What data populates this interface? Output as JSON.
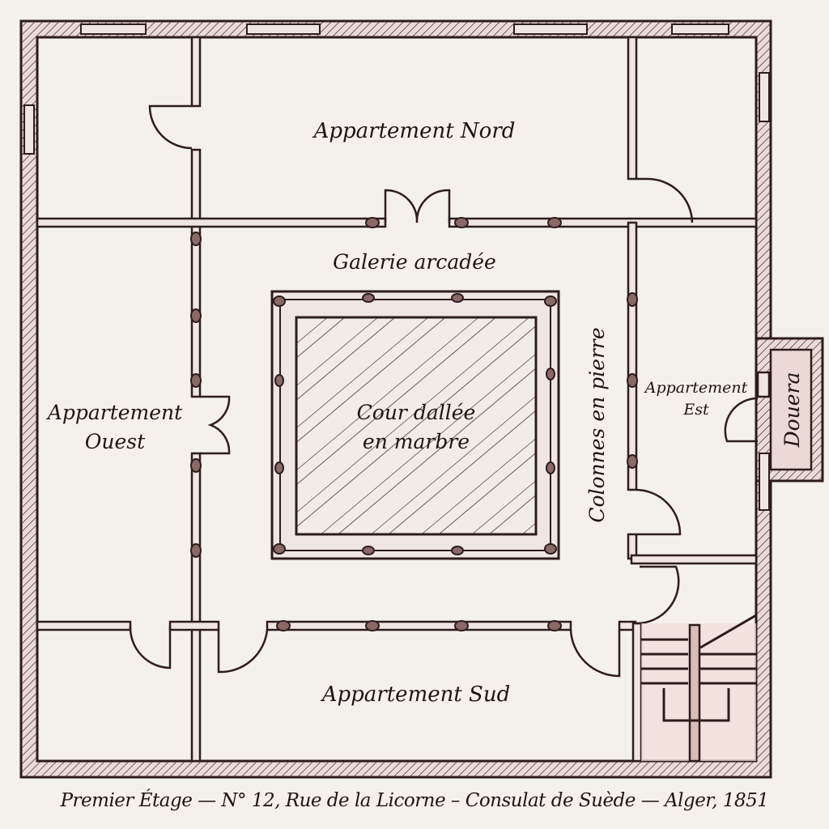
{
  "rooms": {
    "north": "Appartement Nord",
    "gallery": "Galerie arcadée",
    "west_line1": "Appartement",
    "west_line2": "Ouest",
    "court_line1": "Cour dallée",
    "court_line2": "en marbre",
    "columns": "Colonnes en pierre",
    "east_line1": "Appartement",
    "east_line2": "Est",
    "douera": "Douera",
    "south": "Appartement Sud"
  },
  "caption": "Premier Étage — N° 12, Rue de la Licorne – Consulat de Suède — Alger, 1851",
  "colors": {
    "ink": "#2e1c1c",
    "paper": "#f4f1eb",
    "hatch": "#c9aaa5"
  }
}
